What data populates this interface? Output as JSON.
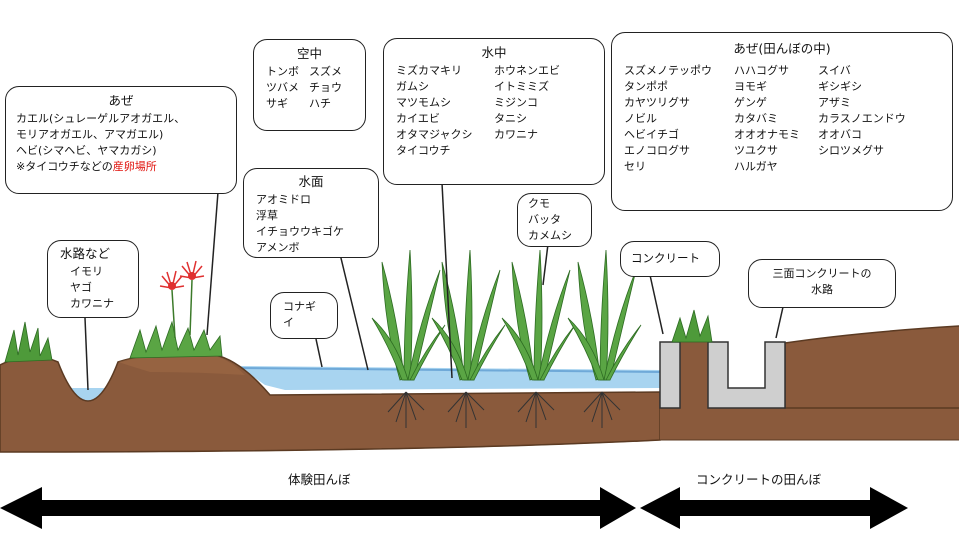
{
  "boxes": {
    "aze_left": {
      "title": "あぜ",
      "lines": [
        "カエル(シュレーゲルアオガエル、",
        "モリアオガエル、アマガエル)",
        "ヘビ(シマヘビ、ヤマカガシ)"
      ],
      "note_prefix": "※タイコウチなどの",
      "note_highlight": "産卵場所"
    },
    "suiro": {
      "title": "水路など",
      "items": [
        "イモリ",
        "ヤゴ",
        "カワニナ"
      ]
    },
    "kuchu": {
      "title": "空中",
      "col1": [
        "トンボ",
        "ツバメ",
        "サギ"
      ],
      "col2": [
        "スズメ",
        "チョウ",
        "ハチ"
      ]
    },
    "suimen": {
      "title": "水面",
      "items": [
        "アオミドロ",
        "浮草",
        "イチョウウキゴケ",
        "アメンボ"
      ]
    },
    "konagi": {
      "lines": [
        "コナギ",
        "イ"
      ]
    },
    "suichu": {
      "title": "水中",
      "col1": [
        "ミズカマキリ",
        "ガムシ",
        "マツモムシ",
        "カイエビ",
        "オタマジャクシ",
        "タイコウチ"
      ],
      "col2": [
        "ホウネンエビ",
        "イトミミズ",
        "ミジンコ",
        "タニシ",
        "カワニナ"
      ]
    },
    "kumo": {
      "items": [
        "クモ",
        "バッタ",
        "カメムシ"
      ]
    },
    "aze_right": {
      "title": "あぜ(田んぼの中)",
      "col1": [
        "スズメノテッポウ",
        "タンポポ",
        "カヤツリグサ",
        "ノビル",
        "ヘビイチゴ",
        "エノコログサ",
        "セリ"
      ],
      "col2": [
        "ハハコグサ",
        "ヨモギ",
        "ゲンゲ",
        "カタバミ",
        "オオオナモミ",
        "ツユクサ",
        "ハルガヤ"
      ],
      "col3": [
        "スイバ",
        "ギシギシ",
        "アザミ",
        "カラスノエンドウ",
        "オオバコ",
        "シロツメグサ"
      ]
    },
    "concrete": {
      "title": "コンクリート"
    },
    "sanmen": {
      "lines": [
        "三面コンクリートの",
        "水路"
      ]
    }
  },
  "arrows": {
    "left_label": "体験田んぼ",
    "right_label": "コンクリートの田んぼ"
  },
  "colors": {
    "soil": "#8a5a3c",
    "soil_dark": "#6e4428",
    "water": "#a8d4f0",
    "concrete": "#cfcfcf",
    "grass": "#4e9a3a",
    "flower": "#e03030"
  }
}
